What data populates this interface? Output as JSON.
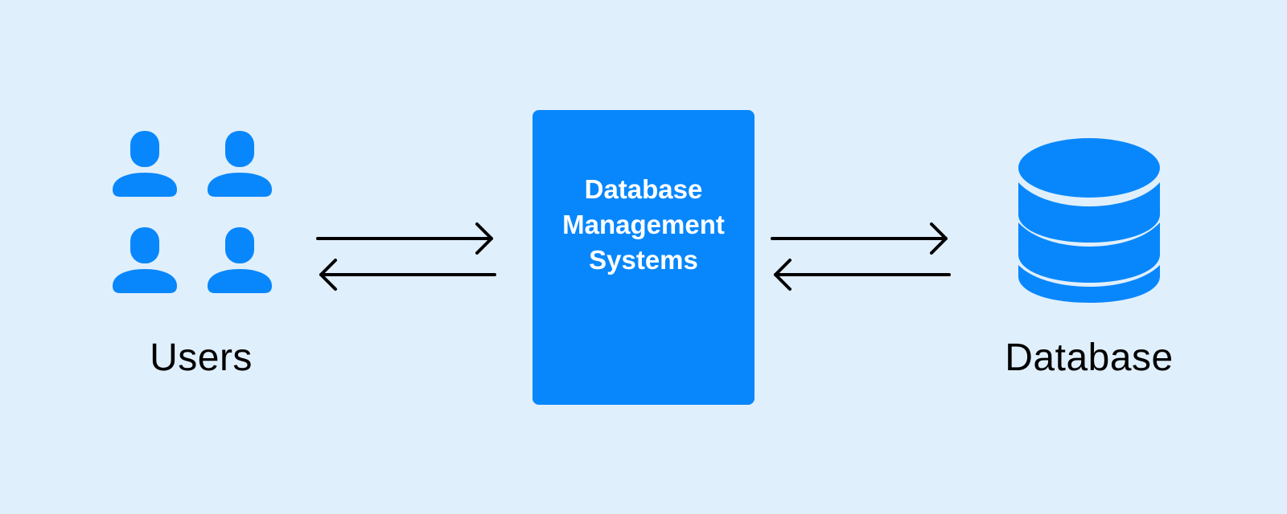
{
  "colors": {
    "background": "#e0effc",
    "accent": "#0887fc",
    "text": "#000000",
    "dbms_text": "#ffffff",
    "arrow": "#000000"
  },
  "users": {
    "label": "Users",
    "icon": "user-icon",
    "count": 4
  },
  "dbms": {
    "lines": [
      "Database",
      "Management",
      "Systems"
    ]
  },
  "database": {
    "label": "Database",
    "icon": "database-icon"
  }
}
